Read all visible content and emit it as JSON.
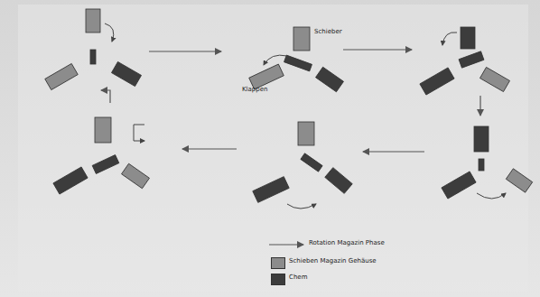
{
  "diagram": {
    "labels": [
      "Schieber",
      "Klappen"
    ],
    "legend": [
      {
        "text": "Rotation Magazin Phase"
      },
      {
        "text": "Schieben Magazin Gehäuse",
        "color": "#8c8c8c"
      },
      {
        "text": "Chem",
        "color": "#3c3c3c"
      }
    ]
  }
}
